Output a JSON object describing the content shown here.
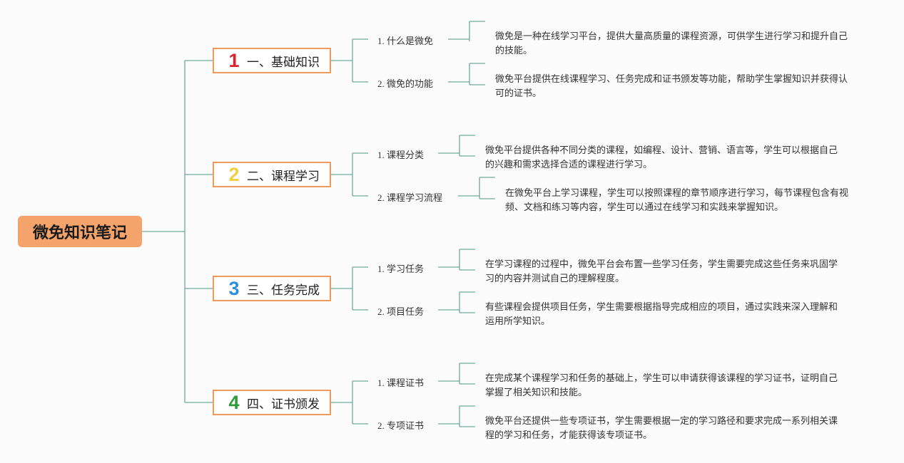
{
  "root": {
    "title": "微免知识笔记"
  },
  "sections": [
    {
      "num": "1",
      "num_color": "#d9262e",
      "title": "、基础知识",
      "prefix": "一",
      "items": [
        {
          "label_num": "1.",
          "label": "什么是微免",
          "desc": "微免是一种在线学习平台，提供大量高质量的课程资源，可供学生进行学习和提升自己的技能。"
        },
        {
          "label_num": "2.",
          "label": "微免的功能",
          "desc": "微免平台提供在线课程学习、任务完成和证书颁发等功能，帮助学生掌握知识并获得认可的证书。"
        }
      ]
    },
    {
      "num": "2",
      "num_color": "#f2cf43",
      "title": "、课程学习",
      "prefix": "二",
      "items": [
        {
          "label_num": "1.",
          "label": "课程分类",
          "desc": "微免平台提供各种不同分类的课程，如编程、设计、营销、语言等，学生可以根据自己的兴趣和需求选择合适的课程进行学习。"
        },
        {
          "label_num": "2.",
          "label": "课程学习流程",
          "desc": "在微免平台上学习课程，学生可以按照课程的章节顺序进行学习，每节课程包含有视频、文档和练习等内容，学生可以通过在线学习和实践来掌握知识。"
        }
      ]
    },
    {
      "num": "3",
      "num_color": "#2d8fd6",
      "title": "、任务完成",
      "prefix": "三",
      "items": [
        {
          "label_num": "1.",
          "label": "学习任务",
          "desc": "在学习课程的过程中，微免平台会布置一些学习任务，学生需要完成这些任务来巩固学习的内容并测试自己的理解程度。"
        },
        {
          "label_num": "2.",
          "label": "项目任务",
          "desc": "有些课程会提供项目任务，学生需要根据指导完成相应的项目，通过实践来深入理解和运用所学知识。"
        }
      ]
    },
    {
      "num": "4",
      "num_color": "#2e9b3a",
      "title": "、证书颁发",
      "prefix": "四",
      "items": [
        {
          "label_num": "1.",
          "label": "课程证书",
          "desc": "在完成某个课程学习和任务的基础上，学生可以申请获得该课程的学习证书，证明自己掌握了相关知识和技能。"
        },
        {
          "label_num": "2.",
          "label": "专项证书",
          "desc": "微免平台还提供一些专项证书，学生需要根据一定的学习路径和要求完成一系列相关课程的学习和任务，才能获得该专项证书。"
        }
      ]
    }
  ]
}
